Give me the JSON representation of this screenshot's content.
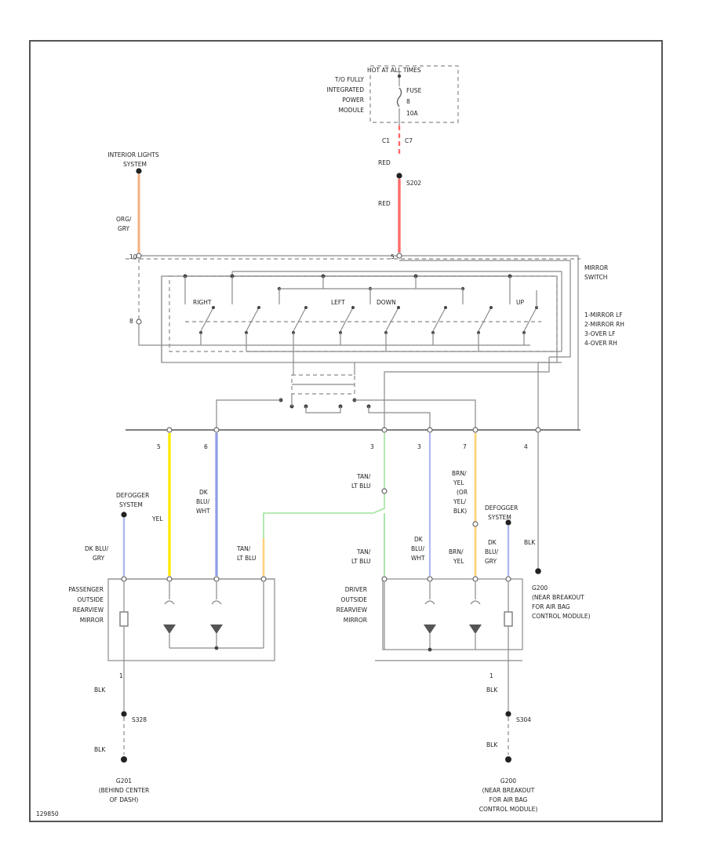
{
  "fuse": {
    "title": "HOT AT ALL TIMES",
    "module_lines": [
      "T/O FULLY",
      "INTEGRATED",
      "POWER",
      "MODULE"
    ],
    "fuse_label": "FUSE",
    "fuse_number": "8",
    "fuse_rating": "10A",
    "conn": [
      "C1",
      "C7"
    ]
  },
  "interior": {
    "lines": [
      "INTERIOR LIGHTS",
      "SYSTEM"
    ]
  },
  "wires": {
    "org_gry": [
      "ORG/",
      "GRY"
    ],
    "red_top": "RED",
    "splice_top": "S202",
    "red_mid": "RED",
    "yel": "YEL",
    "dk_blu_wht_p": [
      "DK",
      "BLU/",
      "WHT"
    ],
    "tan_lt_blu_p": [
      "TAN/",
      "LT BLU"
    ],
    "dk_blu_gry_p": [
      "DK BLU/",
      "GRY"
    ],
    "tan_lt_blu_d1": [
      "TAN/",
      "LT BLU"
    ],
    "brn_yel": [
      "BRN/",
      "YEL",
      "(OR",
      "YEL/",
      "BLK)"
    ],
    "tan_lt_blu_d2": [
      "TAN/",
      "LT BLU"
    ],
    "dk_blu_wht_d": [
      "DK",
      "BLU/",
      "WHT"
    ],
    "brn_yel_d": [
      "BRN/",
      "YEL"
    ],
    "dk_blu_gry_d": [
      "DK",
      "BLU/",
      "GRY"
    ],
    "blk_right": "BLK",
    "blk_p1": "BLK",
    "blk_p2": "BLK",
    "blk_d1": "BLK",
    "blk_d2": "BLK"
  },
  "switch": {
    "name": [
      "MIRROR",
      "SWITCH"
    ],
    "positions": [
      "RIGHT",
      "LEFT",
      "DOWN",
      "UP"
    ],
    "legend": [
      "1-MIRROR LF",
      "2-MIRROR RH",
      "3-OVER LF",
      "4-OVER RH"
    ],
    "pins_top": [
      "10",
      "5"
    ],
    "pin_left": "8"
  },
  "connector_pins": [
    "5",
    "6",
    "3",
    "3",
    "7",
    "4"
  ],
  "defogger": {
    "left": [
      "DEFOGGER",
      "SYSTEM"
    ],
    "right": [
      "DEFOGGER",
      "SYSTEM"
    ]
  },
  "passenger_mirror": {
    "lines": [
      "PASSENGER",
      "OUTSIDE",
      "REARVIEW",
      "MIRROR"
    ]
  },
  "driver_mirror": {
    "lines": [
      "DRIVER",
      "OUTSIDE",
      "REARVIEW",
      "MIRROR"
    ]
  },
  "ground_right": {
    "lines": [
      "G200",
      "(NEAR BREAKOUT",
      "FOR AIR BAG",
      "CONTROL MODULE)"
    ]
  },
  "bottom_pins": [
    "1",
    "1"
  ],
  "splices_bottom": [
    "S328",
    "S304"
  ],
  "ground_left": {
    "lines": [
      "G201",
      "(BEHIND CENTER",
      "OF DASH)"
    ]
  },
  "ground_right_bottom": {
    "lines": [
      "G200",
      "(NEAR BREAKOUT",
      "FOR AIR BAG",
      "CONTROL MODULE)"
    ]
  },
  "diagram_code": "129850",
  "colors": {
    "orange": "#f4b183",
    "red": "#ff6b6b",
    "yellow": "#ffe900",
    "blue": "#8f9be8",
    "green": "#9ee39e",
    "tan": "#ffd37a",
    "lightblue": "#b0b8f0"
  }
}
